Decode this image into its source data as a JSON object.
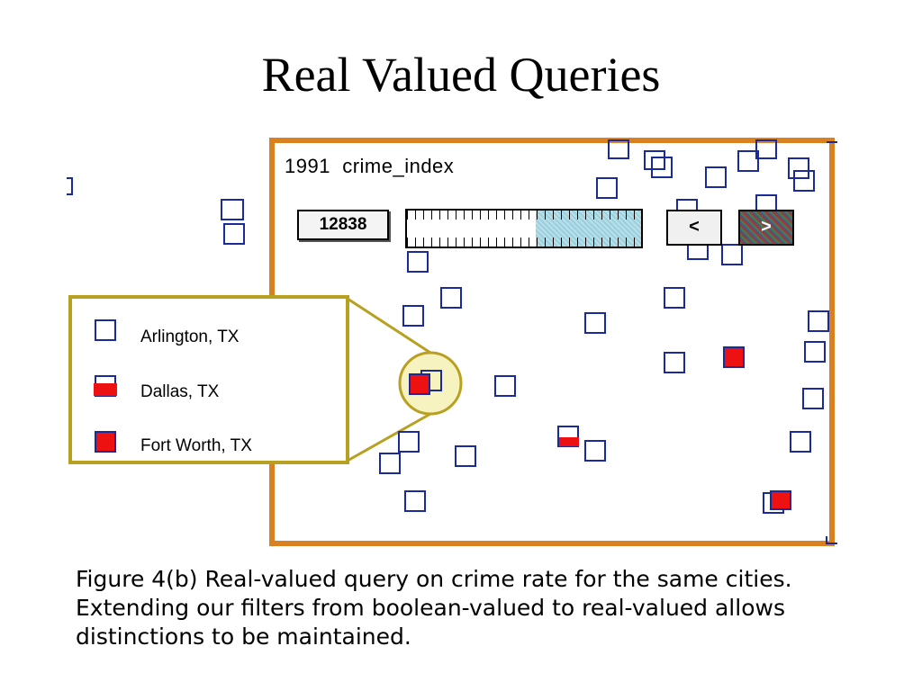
{
  "slide": {
    "title": "Real Valued Queries"
  },
  "filter": {
    "year": "1991",
    "attribute": "crime_index",
    "value": "12838",
    "range_fraction_start": 0.55,
    "prev_label": "<",
    "next_label": ">"
  },
  "legend": {
    "items": [
      {
        "label": "Arlington, TX",
        "marker": "hollow"
      },
      {
        "label": "Dallas, TX",
        "marker": "partial"
      },
      {
        "label": "Fort Worth, TX",
        "marker": "full"
      }
    ]
  },
  "caption": "Figure 4(b) Real-valued query on crime rate for the same cities.  Extending our filters from boolean-valued to real-valued allows distinctions to be maintained.",
  "colors": {
    "frame": "#d98020",
    "marker_outline": "#1a2a9a",
    "marker_fill": "#ee1111",
    "legend_border": "#b8a020",
    "magnifier": "#f7f3c0"
  }
}
